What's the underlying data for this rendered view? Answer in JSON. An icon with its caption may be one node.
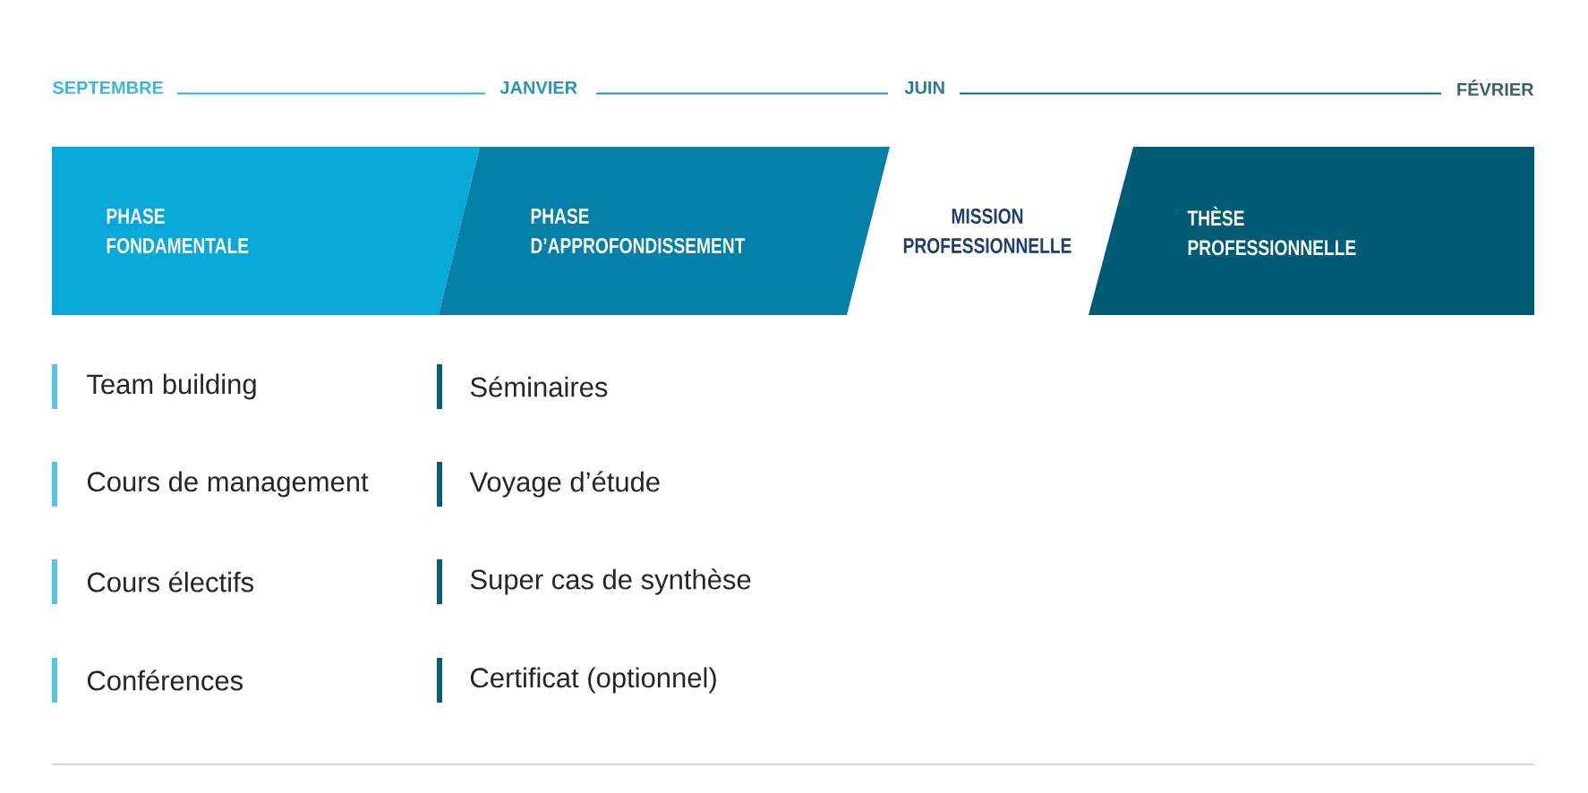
{
  "diagram": {
    "nodes": [
      {
        "text": [
          "PHASE FONDAMENTALE"
        ]
      },
      {
        "text": [
          "PHASE D’APPROFONDISSEMENT"
        ]
      },
      {
        "text": [
          "MISSION PROFESSIONNELLE"
        ]
      },
      {
        "text": [
          "THÈSE PROFESSIONNELLE"
        ]
      }
    ],
    "labels": [
      "SEPTEMBRE",
      "JANVIER",
      "JUIN",
      "FÉVRIER",
      "Team building",
      "Cours de management",
      "Cours électifs",
      "Conférences",
      "Séminaires",
      "Voyage d’étude",
      "Super cas de synthèse",
      "Certificat (optionnel)"
    ]
  }
}
